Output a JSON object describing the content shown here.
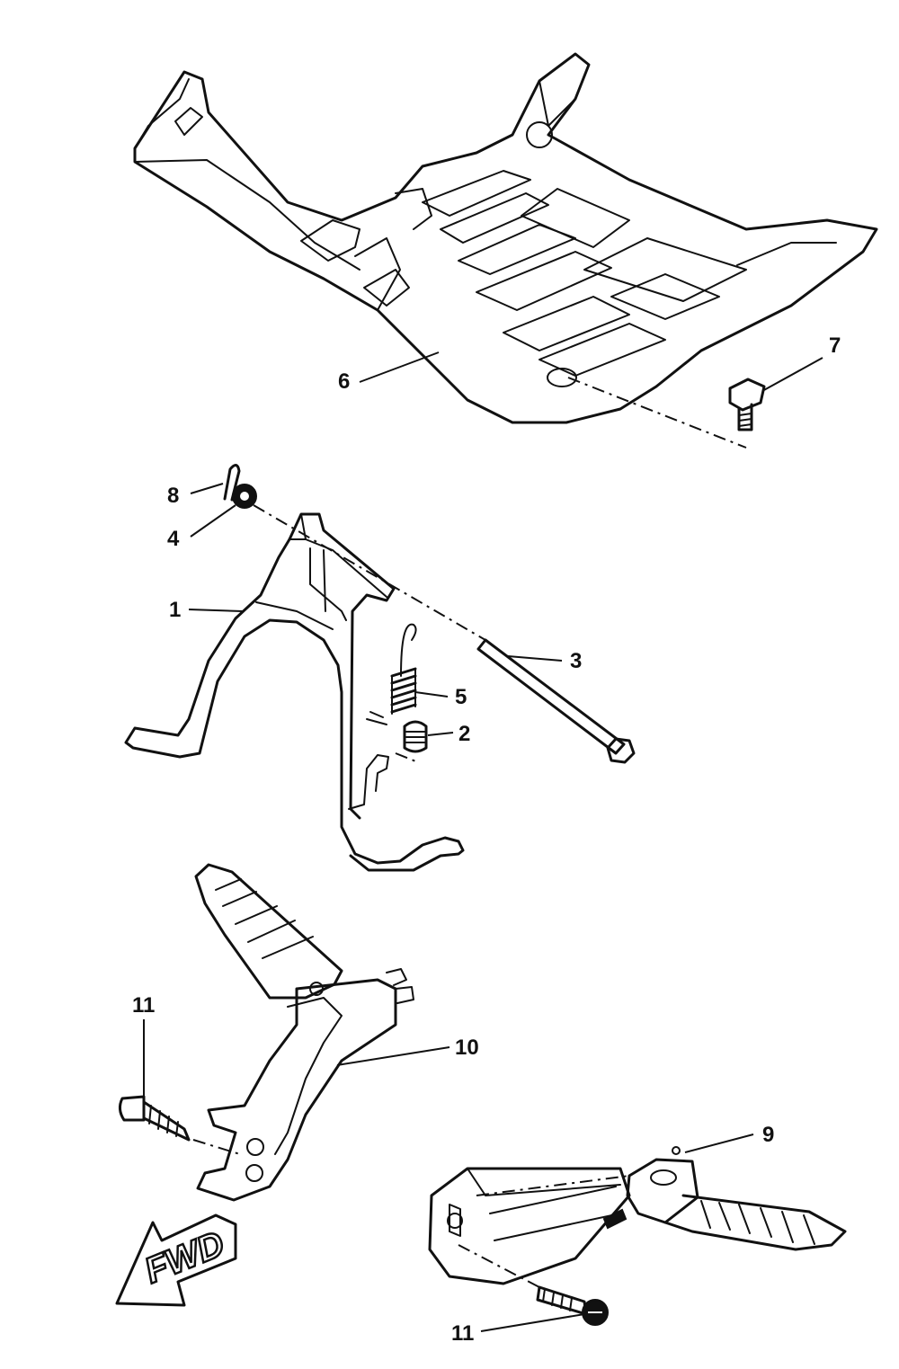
{
  "callouts": {
    "c1": "1",
    "c2": "2",
    "c3": "3",
    "c4": "4",
    "c5": "5",
    "c6": "6",
    "c7": "7",
    "c8": "8",
    "c9": "9",
    "c10": "10",
    "c11_left": "11",
    "c11_bottom": "11"
  },
  "fwd_label": "FWD"
}
